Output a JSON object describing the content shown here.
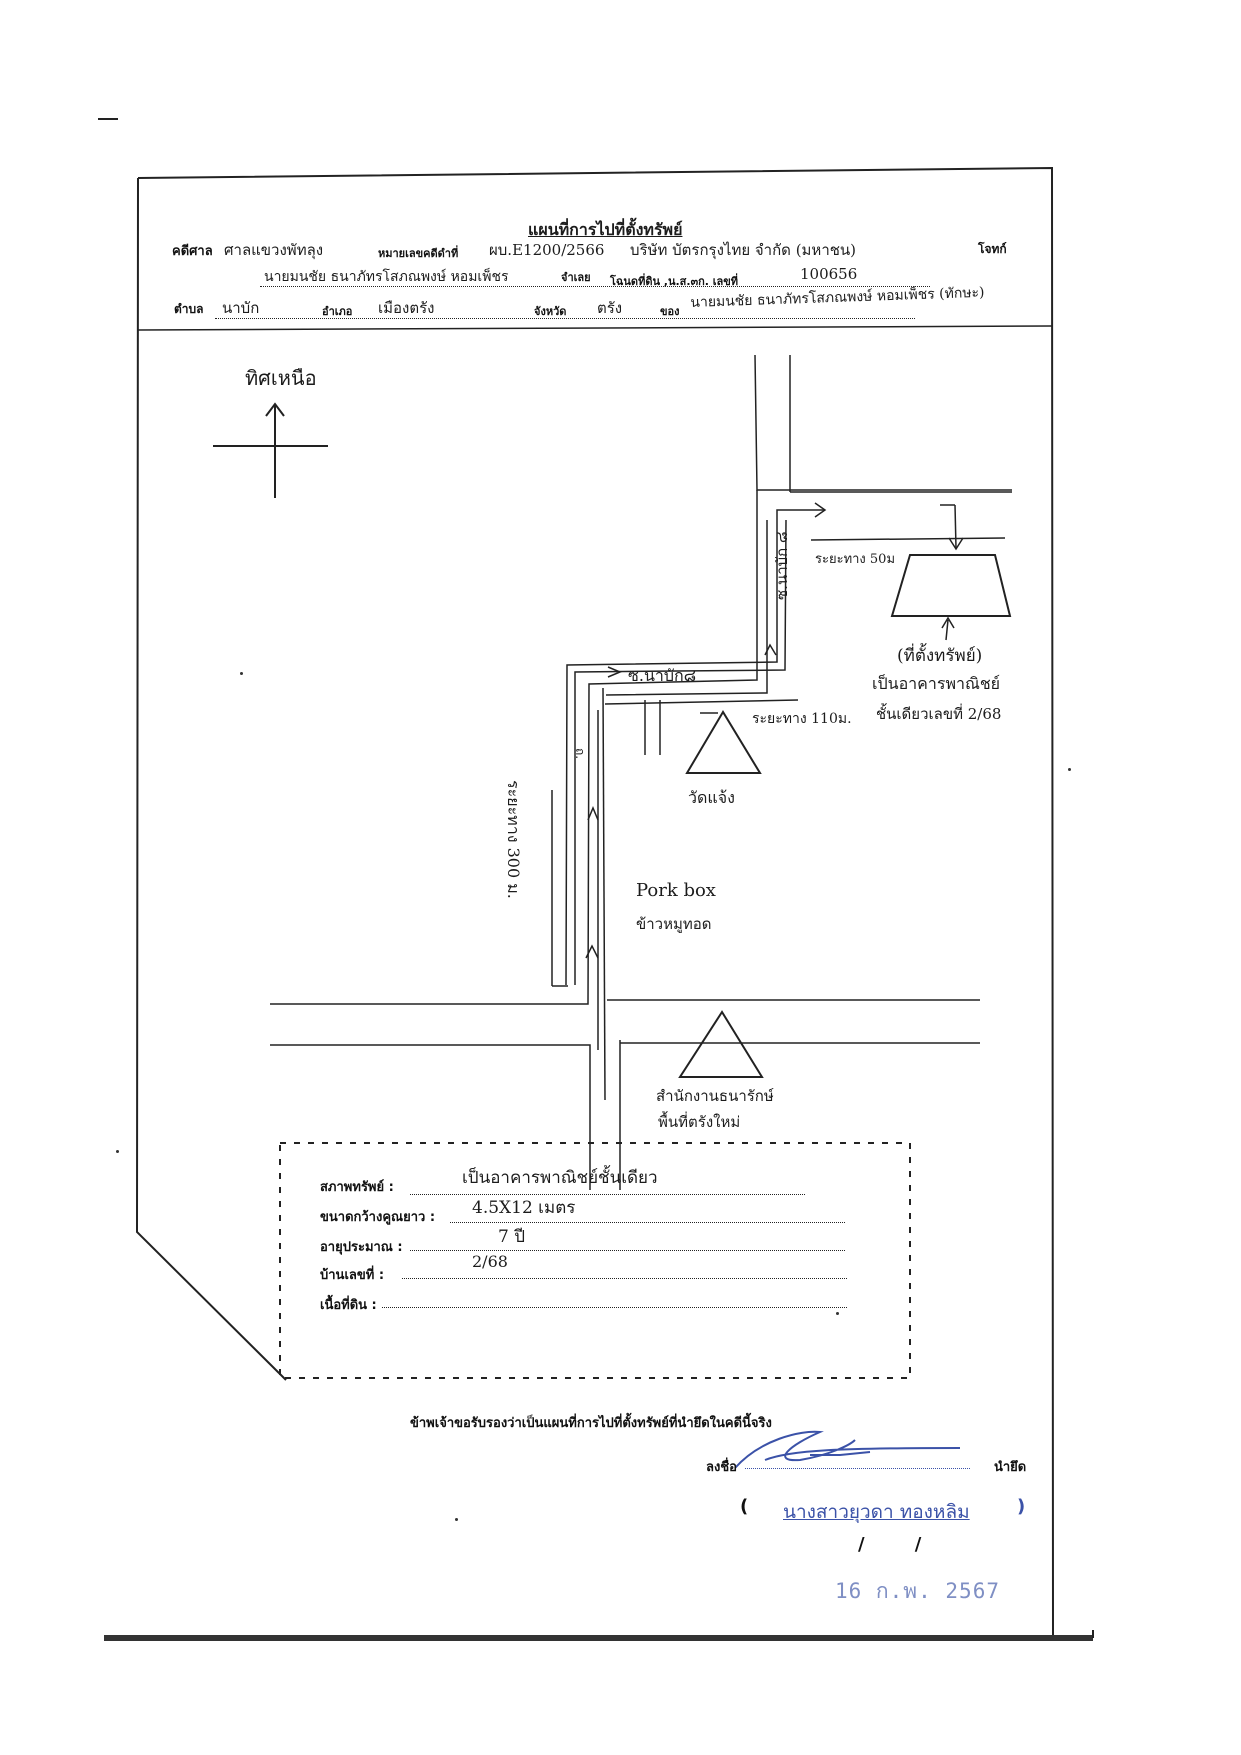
{
  "title": "แผนที่การไปที่ตั้งทรัพย์",
  "header": {
    "case_label": "คดีศาล",
    "case_court": "ศาลแขวงพัทลุง",
    "black_no_label": "หมายเลขคดีดำที่",
    "black_no_value": "ผบ.E1200/2566",
    "plaintiff_value": "บริษัท บัตรกรุงไทย จำกัด (มหาชน)",
    "plaintiff_role": "โจทก์",
    "defendant_value": "นายมนชัย ธนาภัทรโสภณพงษ์ หอมเพ็ชร",
    "defendant_role": "จำเลย",
    "deed_label": "โฉนดที่ดิน ,น.ส.๓ก. เลขที่",
    "deed_value": "100656",
    "subdistrict_label": "ตำบล",
    "subdistrict_value": "นาบัก",
    "district_label": "อำเภอ",
    "district_value": "เมืองตรัง",
    "province_label": "จังหวัด",
    "province_value": "ตรัง",
    "owner_label": "ของ",
    "owner_value": "นายมนชัย ธนาภัทรโสภณพงษ์ หอมเพ็ชร (ทักษะ)"
  },
  "map": {
    "north_label": "ทิศเหนือ",
    "road_soi8_vertical": "ซ.นาบัก ๘",
    "road_soi8_horizontal": "ซ.นาบัก๘",
    "distance_50": "ระยะทาง 50ม",
    "distance_110": "ระยะทาง 110ม.",
    "distance_300": "ระยะทาง 300 ม.",
    "road_main": "ถ.",
    "temple_label": "วัดแจ้ง",
    "shop_name": "Pork box",
    "shop_desc": "ข้าวหมูทอด",
    "property_label": "(ที่ตั้งทรัพย์)",
    "property_desc_1": "เป็นอาคารพาณิชย์",
    "property_desc_2": "ชั้นเดียวเลขที่ 2/68",
    "office_label_1": "สำนักงานธนารักษ์",
    "office_label_2": "พื้นที่ตรังใหม่"
  },
  "details": {
    "condition_label": "สภาพทรัพย์ :",
    "condition_value": "เป็นอาคารพาณิชย์ชั้นเดียว",
    "size_label": "ขนาดกว้างคูณยาว :",
    "size_value": "4.5X12 เมตร",
    "age_label": "อายุประมาณ :",
    "age_value": "7 ปี",
    "house_no_label": "บ้านเลขที่ :",
    "house_no_value": "2/68",
    "area_label": "เนื้อที่ดิน :",
    "area_value": ""
  },
  "certification": "ข้าพเจ้าขอรับรองว่าเป็นแผนที่การไปที่ตั้งทรัพย์ที่นำยึดในคดีนี้จริง",
  "signature": {
    "sign_label": "ลงชื่อ",
    "seizer_label": "นำยึด",
    "open_paren": "(",
    "name": "นางสาวยุวดา ทองหลิม",
    "close_paren": ")",
    "date_slashes": "/        /",
    "stamp_date": "16 ก.พ. 2567"
  },
  "colors": {
    "ink": "#1c1c1c",
    "stamp_blue": "#3b52a8",
    "stamp_faded": "#7f8fc4"
  }
}
